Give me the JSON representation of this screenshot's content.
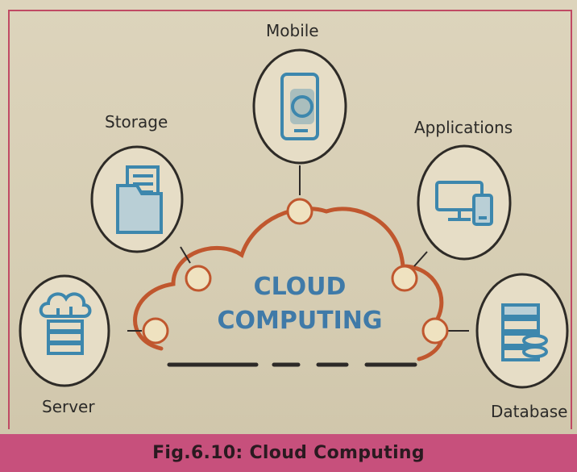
{
  "nodes": {
    "mobile": "Mobile",
    "storage": "Storage",
    "applications": "Applications",
    "server": "Server",
    "database": "Database"
  },
  "center": {
    "line1": "CLOUD",
    "line2": "COMPUTING"
  },
  "caption": "Fig.6.10: Cloud Computing",
  "colors": {
    "cloud_outline": "#c0572e",
    "icon_blue": "#3d87ad",
    "caption_bar": "#c7507c",
    "frame": "#c04a64"
  }
}
